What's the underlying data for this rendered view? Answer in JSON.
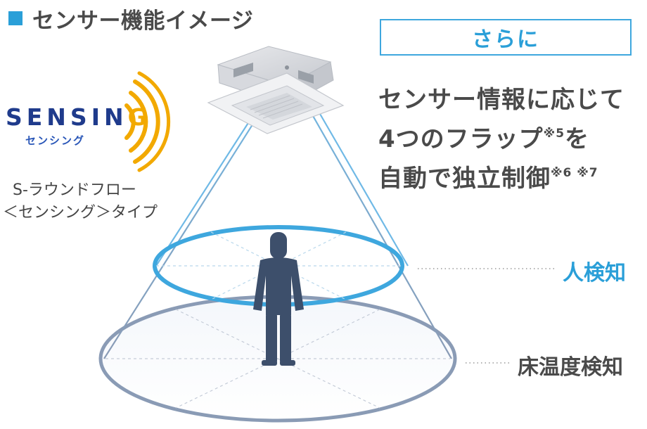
{
  "page": {
    "title": "センサー機能イメージ"
  },
  "logo": {
    "word_main": "SENSIN",
    "word_g": "G",
    "kana": "センシング"
  },
  "product": {
    "line1": "S-ラウンドフロー",
    "line2": "＜センシング＞タイプ"
  },
  "callout": {
    "box_label": "さらに",
    "line1": "センサー情報に応じて",
    "line2_main": "4つのフラップ",
    "line2_note": "※5",
    "line2_tail": "を",
    "line3_main": "自動で独立制御",
    "line3_note": "※6 ※7"
  },
  "labels": {
    "person_detect": "人検知",
    "floor_temp_detect": "床温度検知"
  },
  "colors": {
    "accent_blue": "#2a9fd8",
    "dark_text": "#4a4a4a",
    "person": "#3d4f6b",
    "floor_ring": "#8a9bb5",
    "logo_navy": "#1f3b8c",
    "logo_orange": "#f2a900"
  },
  "icons": {
    "title_marker": "square-marker-icon",
    "signal": "signal-waves-icon",
    "unit": "ceiling-cassette-unit-icon",
    "person": "person-silhouette-icon"
  }
}
